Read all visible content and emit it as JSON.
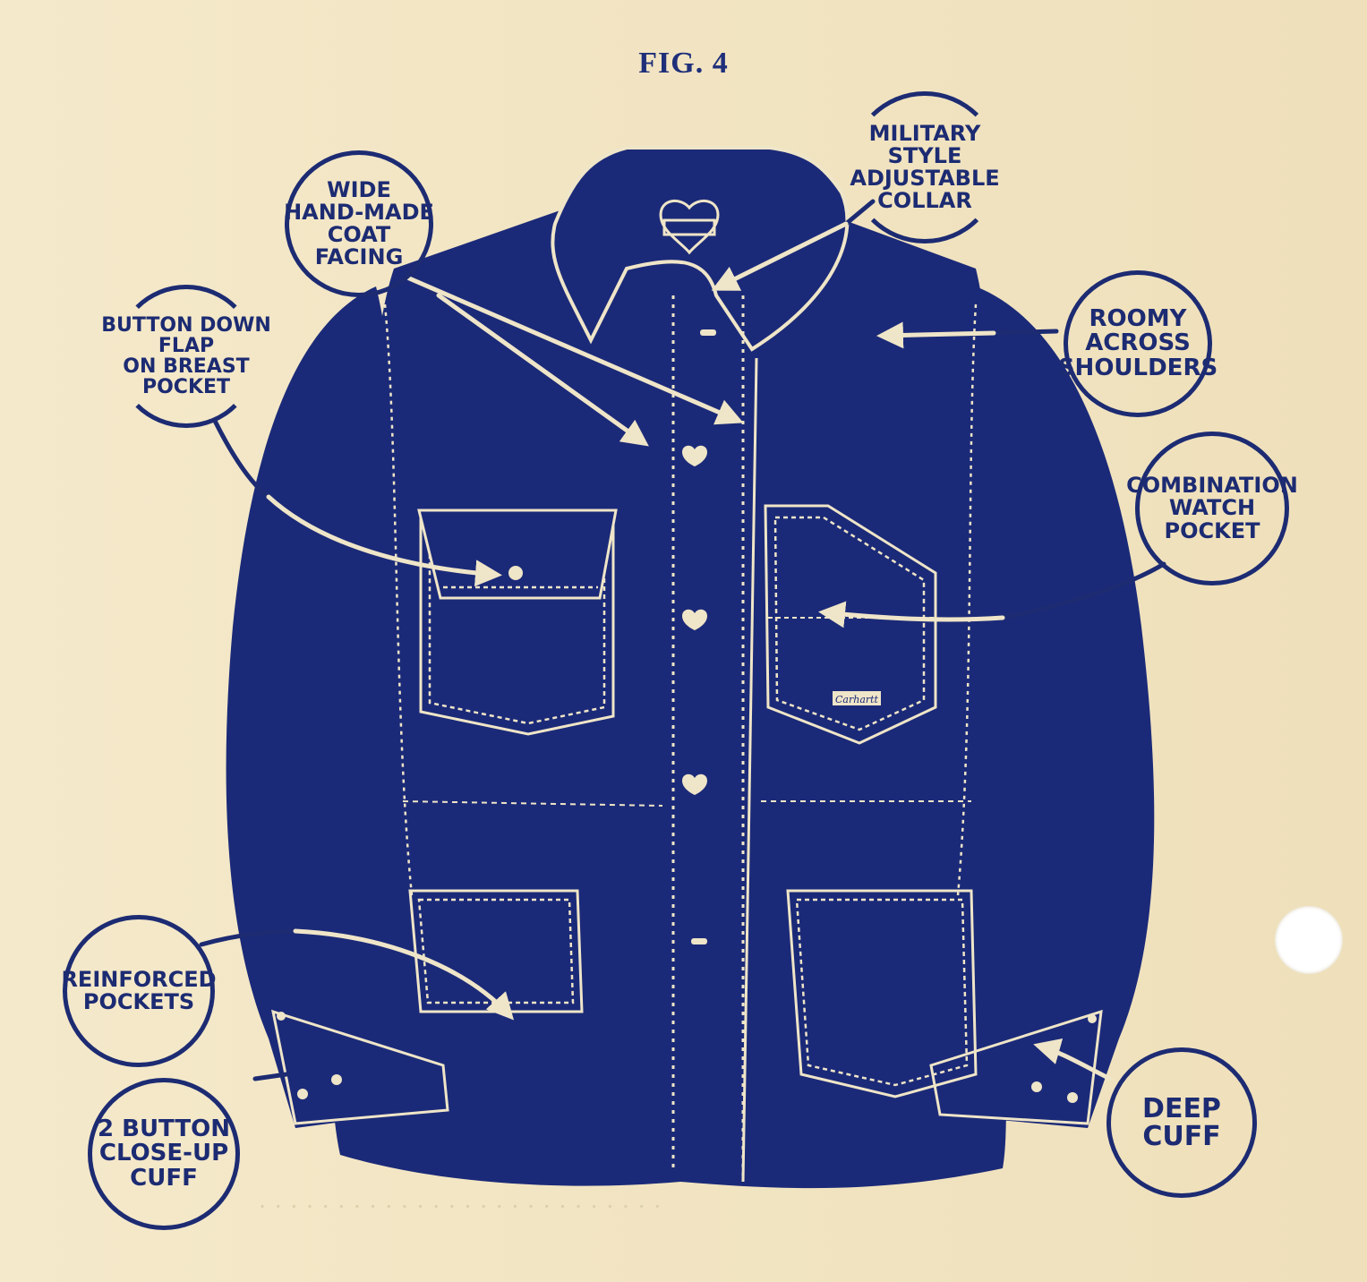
{
  "figure": {
    "title": "FIG. 4",
    "subject": "Work coat (chore jacket) feature diagram",
    "pocket_label": "Carhartt",
    "colors": {
      "paper": "#f3e7c6",
      "ink": "#1c2b72",
      "jacket": "#1b2a78",
      "stitch": "#efe5c8",
      "punch_hole": "#ffffff"
    }
  },
  "callouts": [
    {
      "id": "wide-facing",
      "lines": [
        "WIDE",
        "HAND-MADE",
        "COAT",
        "FACING"
      ]
    },
    {
      "id": "military-collar",
      "lines": [
        "MILITARY",
        "STYLE",
        "ADJUSTABLE",
        "COLLAR"
      ]
    },
    {
      "id": "button-flap",
      "lines": [
        "BUTTON DOWN",
        "FLAP",
        "ON BREAST",
        "POCKET"
      ]
    },
    {
      "id": "roomy-shoulders",
      "lines": [
        "ROOMY",
        "ACROSS",
        "SHOULDERS"
      ]
    },
    {
      "id": "watch-pocket",
      "lines": [
        "COMBINATION",
        "WATCH",
        "POCKET"
      ]
    },
    {
      "id": "reinforced-pockets",
      "lines": [
        "REINFORCED",
        "POCKETS"
      ]
    },
    {
      "id": "two-button-cuff",
      "lines": [
        "2 BUTTON",
        "CLOSE-UP",
        "CUFF"
      ]
    },
    {
      "id": "deep-cuff",
      "lines": [
        "DEEP",
        "CUFF"
      ]
    }
  ],
  "footer": {
    "faded_caption": "· · · · · · · · · · · · · · · · · · · · · · · · · ·"
  }
}
